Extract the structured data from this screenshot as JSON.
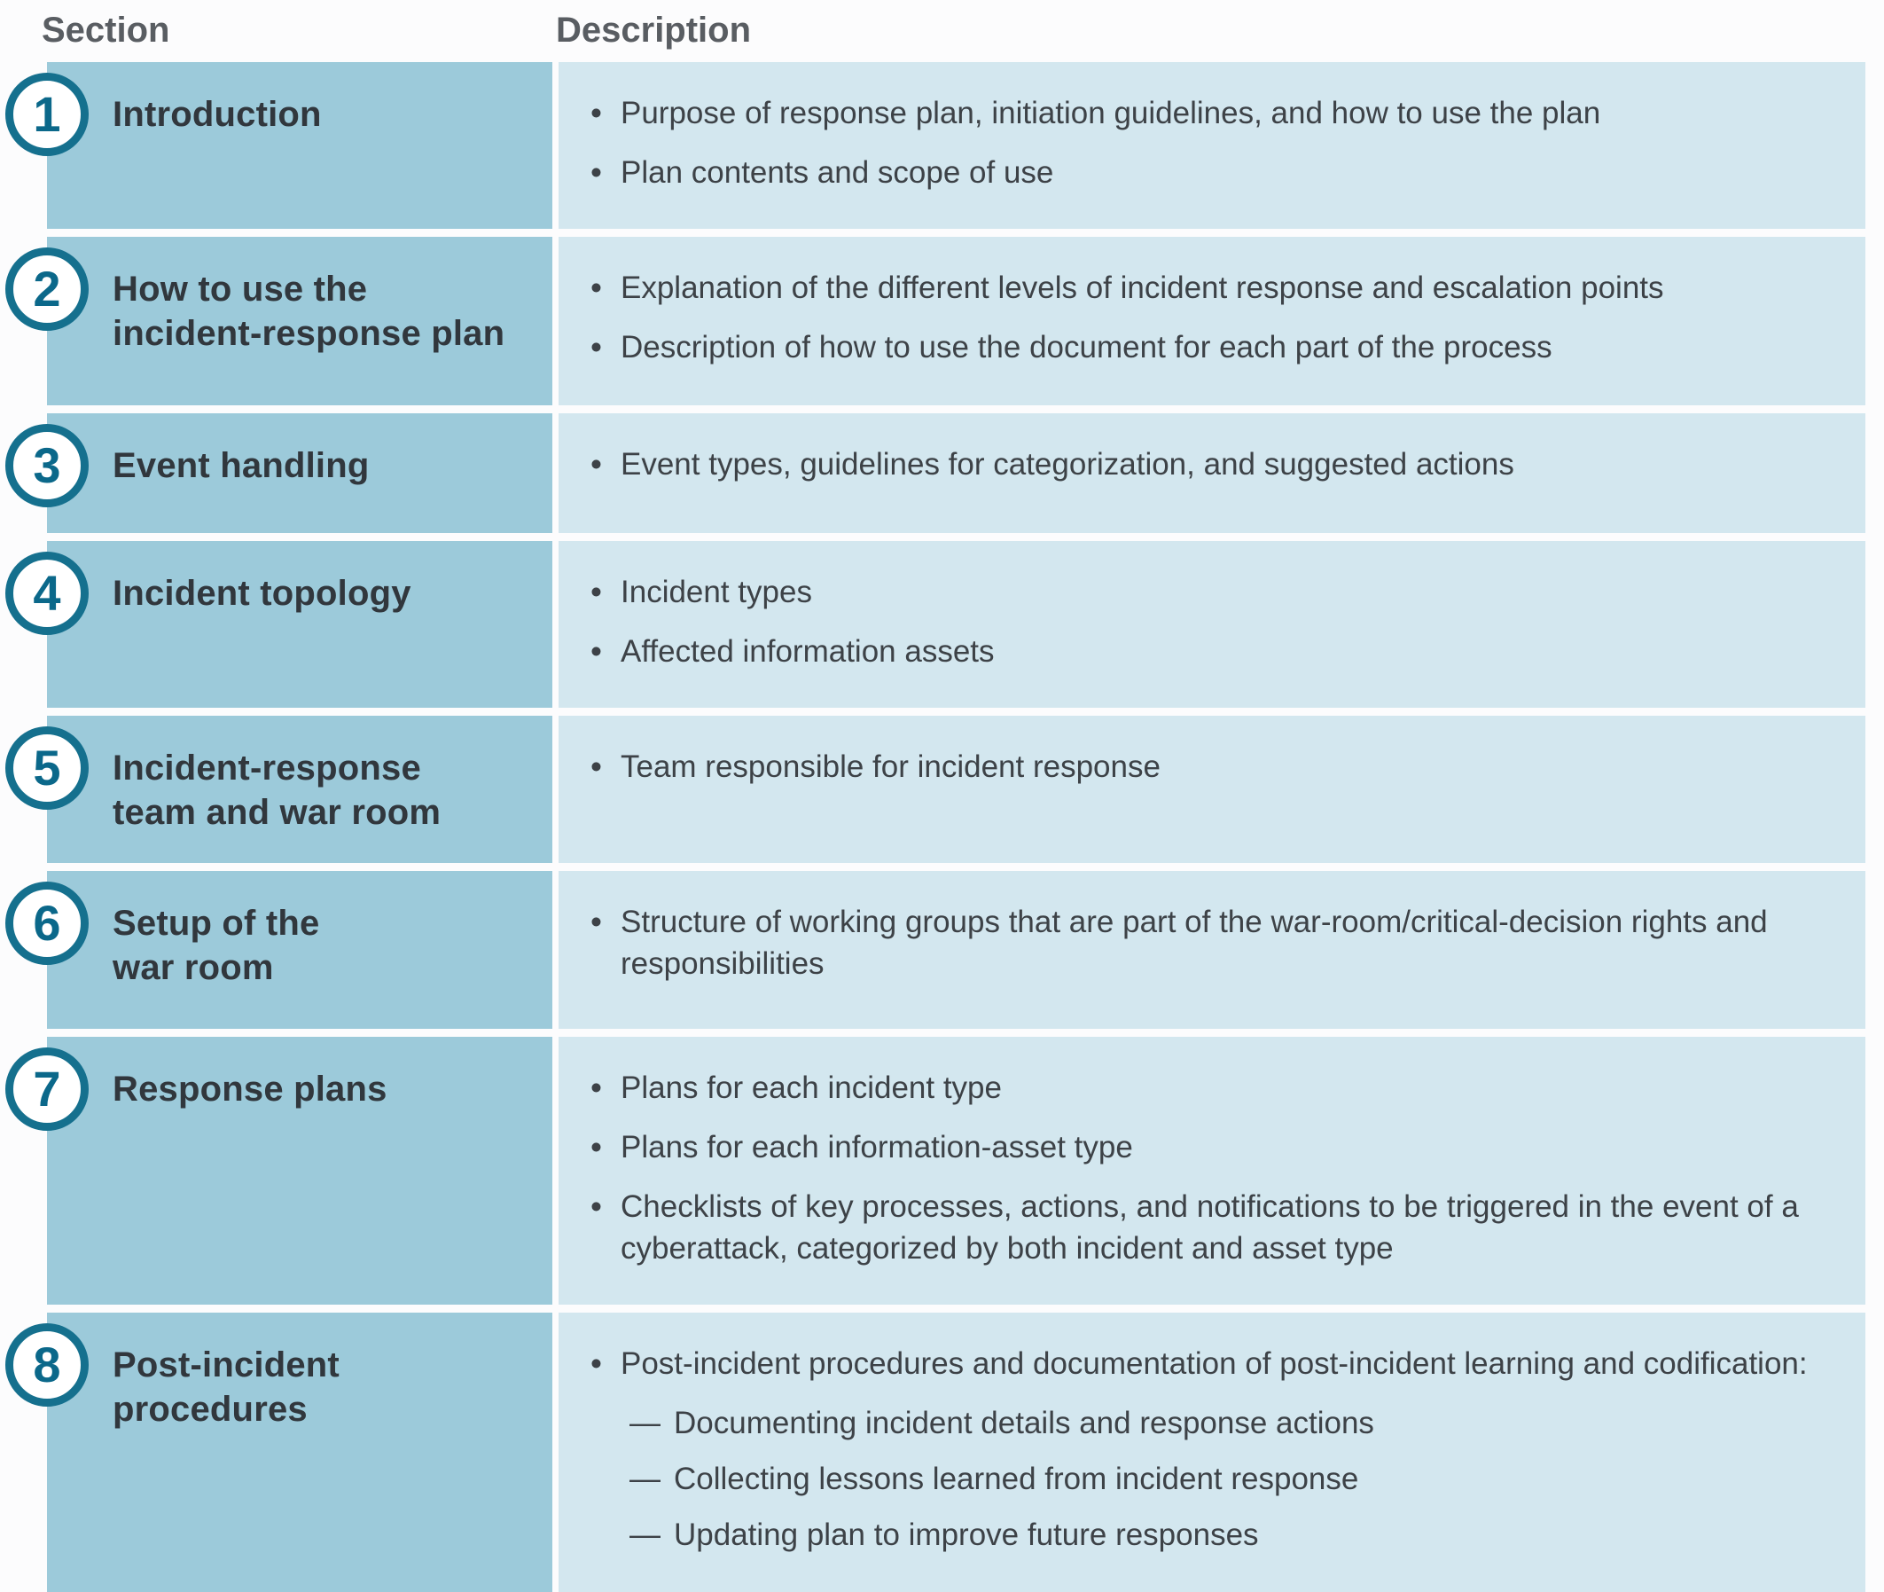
{
  "header": {
    "section_label": "Section",
    "description_label": "Description"
  },
  "markers": {
    "bullet": "•",
    "dash": "—"
  },
  "colors": {
    "left_cell": "#9ccada",
    "right_cell": "#d3e7ef",
    "accent": "#15708e",
    "number_text": "#0b688a",
    "title_text": "#31373d",
    "body_text": "#3d4247",
    "header_text": "#595d62"
  },
  "rows": [
    {
      "number": "1",
      "title_lines": [
        "Introduction"
      ],
      "items": [
        {
          "type": "bullet",
          "text": "Purpose of response plan, initiation guidelines, and how to use the plan"
        },
        {
          "type": "bullet",
          "text": "Plan contents and scope of use"
        }
      ]
    },
    {
      "number": "2",
      "title_lines": [
        "How to use the",
        "incident-response plan"
      ],
      "items": [
        {
          "type": "bullet",
          "text": "Explanation of the different levels of incident response and escalation points"
        },
        {
          "type": "bullet",
          "text": "Description of how to use the document for each part of the process"
        }
      ]
    },
    {
      "number": "3",
      "title_lines": [
        "Event handling"
      ],
      "items": [
        {
          "type": "bullet",
          "text": "Event types, guidelines for categorization, and suggested actions"
        }
      ]
    },
    {
      "number": "4",
      "title_lines": [
        "Incident topology"
      ],
      "items": [
        {
          "type": "bullet",
          "text": "Incident types"
        },
        {
          "type": "bullet",
          "text": "Affected information assets"
        }
      ]
    },
    {
      "number": "5",
      "title_lines": [
        "Incident-response",
        "team and war room"
      ],
      "items": [
        {
          "type": "bullet",
          "text": "Team responsible for incident response"
        }
      ]
    },
    {
      "number": "6",
      "title_lines": [
        "Setup of the",
        "war room"
      ],
      "items": [
        {
          "type": "bullet",
          "text": "Structure of working groups that are part of the war-room/critical-decision rights and responsibilities"
        }
      ]
    },
    {
      "number": "7",
      "title_lines": [
        "Response plans"
      ],
      "items": [
        {
          "type": "bullet",
          "text": "Plans for each incident type"
        },
        {
          "type": "bullet",
          "text": "Plans for each information-asset type"
        },
        {
          "type": "bullet",
          "text": "Checklists of key processes, actions, and notifications to be triggered in the event of a cyberattack, categorized by both incident and asset type"
        }
      ]
    },
    {
      "number": "8",
      "title_lines": [
        "Post-incident",
        "procedures"
      ],
      "items": [
        {
          "type": "bullet",
          "text": "Post-incident procedures and documentation of post-incident learning and codification:"
        },
        {
          "type": "dash",
          "text": "Documenting incident details and response actions"
        },
        {
          "type": "dash",
          "text": "Collecting lessons learned from incident response"
        },
        {
          "type": "dash",
          "text": "Updating plan to improve future responses"
        }
      ]
    }
  ]
}
